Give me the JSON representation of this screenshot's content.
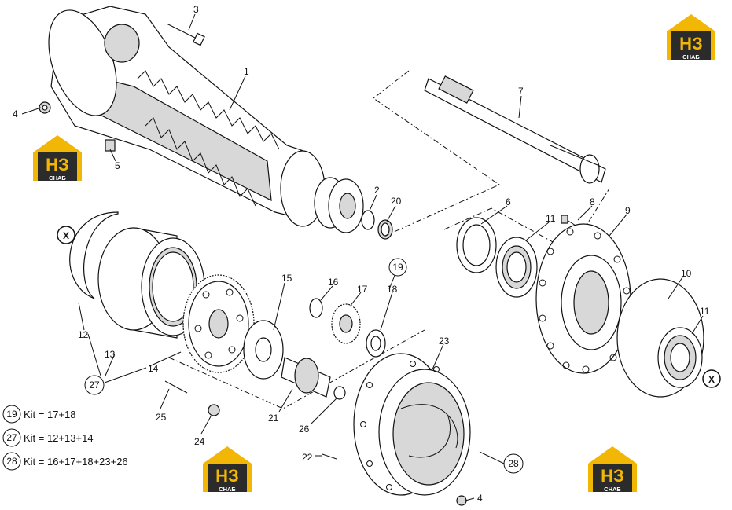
{
  "callouts": {
    "c1": "1",
    "c2": "2",
    "c3": "3",
    "c4a": "4",
    "c4b": "4",
    "c5": "5",
    "c6": "6",
    "c7": "7",
    "c8": "8",
    "c9": "9",
    "c10": "10",
    "c11a": "11",
    "c11b": "11",
    "c12": "12",
    "c13": "13",
    "c14": "14",
    "c15": "15",
    "c16": "16",
    "c17": "17",
    "c18": "18",
    "c19": "19",
    "c20": "20",
    "c21": "21",
    "c22": "22",
    "c23": "23",
    "c24": "24",
    "c25": "25",
    "c26": "26",
    "c27": "27",
    "c28": "28",
    "xa": "X",
    "xb": "X"
  },
  "legend": [
    {
      "num": "19",
      "text": "Kit = 17+18"
    },
    {
      "num": "27",
      "text": "Kit = 12+13+14"
    },
    {
      "num": "28",
      "text": "Kit = 16+17+18+23+26"
    }
  ],
  "logo": {
    "mark": "НЗ",
    "caption": "СНАБ",
    "color_yellow": "#f2b705",
    "color_dark": "#2b2b2b"
  }
}
